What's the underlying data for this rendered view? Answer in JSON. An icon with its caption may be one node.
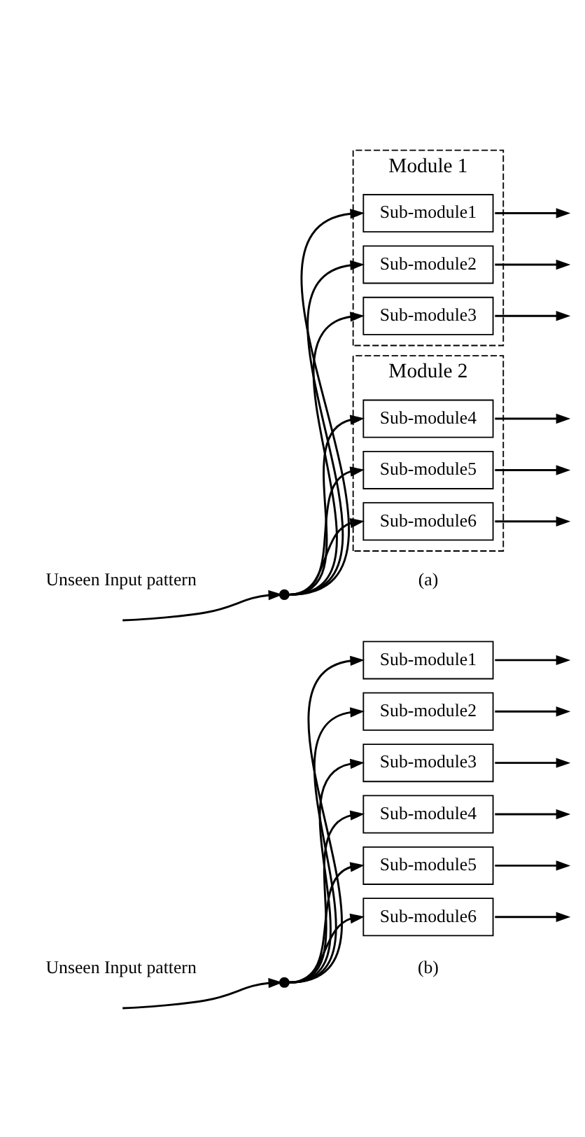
{
  "diagram": {
    "nodes": [
      {
        "text": [],
        "shape": "point"
      },
      {
        "text": [
          "Module 1"
        ]
      },
      {
        "text": [
          "Sub-module1"
        ],
        "in": 1
      },
      {
        "text": [
          "Sub-module2"
        ],
        "in": 1
      },
      {
        "text": [
          "Sub-module3"
        ],
        "in": 1
      },
      {
        "text": [
          "Module 2"
        ]
      },
      {
        "text": [
          "Sub-module4"
        ],
        "in": 5
      },
      {
        "text": [
          "Sub-module5"
        ],
        "in": 5
      },
      {
        "text": [
          "Sub-module6"
        ],
        "in": 5
      },
      {
        "text": [],
        "shape": "point"
      },
      {
        "text": [
          "Sub-module1"
        ]
      },
      {
        "text": [
          "Sub-module2"
        ]
      },
      {
        "text": [
          "Sub-module3"
        ]
      },
      {
        "text": [
          "Sub-module4"
        ]
      },
      {
        "text": [
          "Sub-module5"
        ]
      },
      {
        "text": [
          "Sub-module6"
        ]
      }
    ],
    "edges": [
      {
        "from": null,
        "to": 0,
        "arrow": "to"
      },
      {
        "from": 0,
        "to": 2,
        "arrow": "to"
      },
      {
        "from": 0,
        "to": 3,
        "arrow": "to"
      },
      {
        "from": 0,
        "to": 4,
        "arrow": "to"
      },
      {
        "from": 0,
        "to": 6,
        "arrow": "to"
      },
      {
        "from": 0,
        "to": 7,
        "arrow": "to"
      },
      {
        "from": 0,
        "to": 8,
        "arrow": "to"
      },
      {
        "from": 2,
        "to": null,
        "arrow": "to"
      },
      {
        "from": 3,
        "to": null,
        "arrow": "to"
      },
      {
        "from": 4,
        "to": null,
        "arrow": "to"
      },
      {
        "from": 6,
        "to": null,
        "arrow": "to"
      },
      {
        "from": 7,
        "to": null,
        "arrow": "to"
      },
      {
        "from": 8,
        "to": null,
        "arrow": "to"
      },
      {
        "from": null,
        "to": 9,
        "arrow": "to"
      },
      {
        "from": 9,
        "to": 10,
        "arrow": "to"
      },
      {
        "from": 9,
        "to": 11,
        "arrow": "to"
      },
      {
        "from": 9,
        "to": 12,
        "arrow": "to"
      },
      {
        "from": 9,
        "to": 13,
        "arrow": "to"
      },
      {
        "from": 9,
        "to": 14,
        "arrow": "to"
      },
      {
        "from": 9,
        "to": 15,
        "arrow": "to"
      },
      {
        "from": 10,
        "to": null,
        "arrow": "to"
      },
      {
        "from": 11,
        "to": null,
        "arrow": "to"
      },
      {
        "from": 12,
        "to": null,
        "arrow": "to"
      },
      {
        "from": 13,
        "to": null,
        "arrow": "to"
      },
      {
        "from": 14,
        "to": null,
        "arrow": "to"
      },
      {
        "from": 15,
        "to": null,
        "arrow": "to"
      }
    ],
    "labels": [
      "Unseen Input pattern",
      "(a)",
      "Unseen Input pattern",
      "(b)"
    ]
  }
}
